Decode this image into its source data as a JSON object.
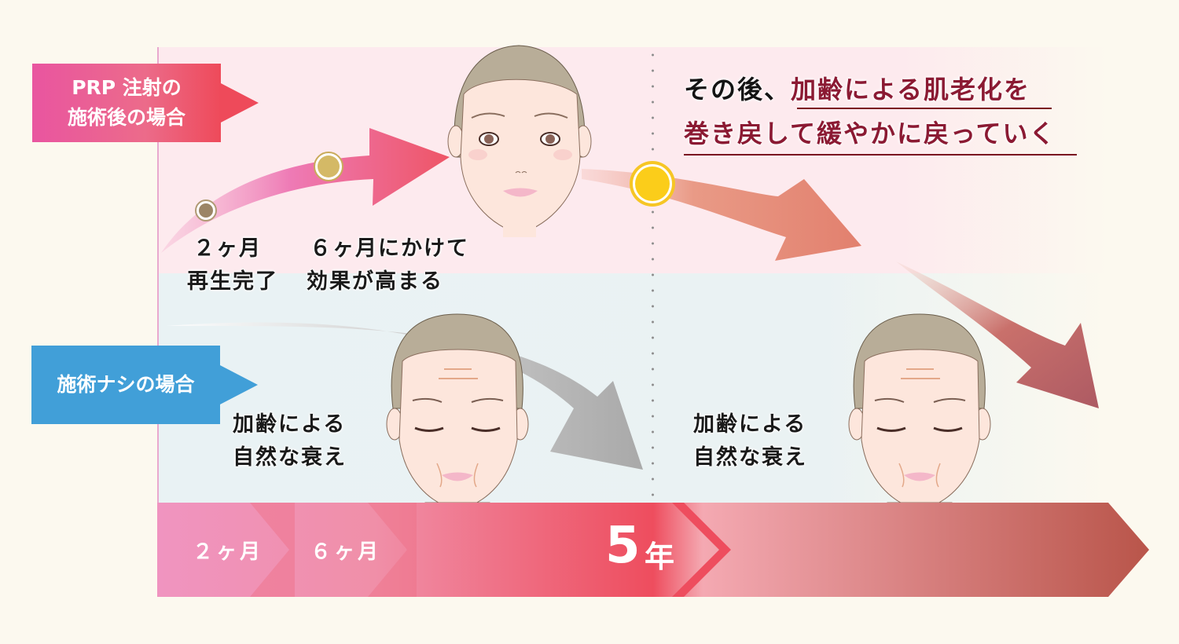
{
  "labels": {
    "prp_case": [
      "PRP 注射の",
      "施術後の場合"
    ],
    "no_treatment_case": "施術ナシの場合"
  },
  "prp_path": {
    "milestones": [
      {
        "line1": "２ヶ月",
        "line2": "再生完了",
        "marker_color": "#9b8566"
      },
      {
        "line1": "６ヶ月にかけて",
        "line2": "効果が高まる",
        "marker_color": "#d4b966"
      },
      {
        "marker_color": "#fbcd1a"
      }
    ],
    "headline": {
      "prefix": "その後、",
      "emphasis_line1": "加齢による肌老化を",
      "emphasis_line2": "巻き戻して緩やかに戻っていく"
    }
  },
  "no_treatment_path": {
    "caption_1": [
      "加齢による",
      "自然な衰え"
    ],
    "caption_2": [
      "加齢による",
      "自然な衰え"
    ]
  },
  "timeline": {
    "steps": [
      {
        "label": "２ヶ月"
      },
      {
        "label": "６ヶ月"
      },
      {
        "label_number": "5",
        "label_unit": "年"
      }
    ]
  },
  "colors": {
    "background": "#fcf9ef",
    "prp_band": "#fdeaee",
    "no_treatment_band": "#e9f2f4",
    "prp_tag": "#ea5a8e",
    "no_treatment_tag": "#419fd8",
    "emphasis_text": "#8b1a33",
    "timeline_start": "#f08fbf",
    "timeline_mid": "#ee4d5e",
    "timeline_end": "#b9554a"
  },
  "illustrations": [
    {
      "name": "young-face",
      "description": "smooth-skinned woman face, eyes open"
    },
    {
      "name": "aged-face-middle",
      "description": "wrinkled woman face, eyes closed"
    },
    {
      "name": "aged-face-right",
      "description": "wrinkled woman face, eyes closed"
    }
  ]
}
